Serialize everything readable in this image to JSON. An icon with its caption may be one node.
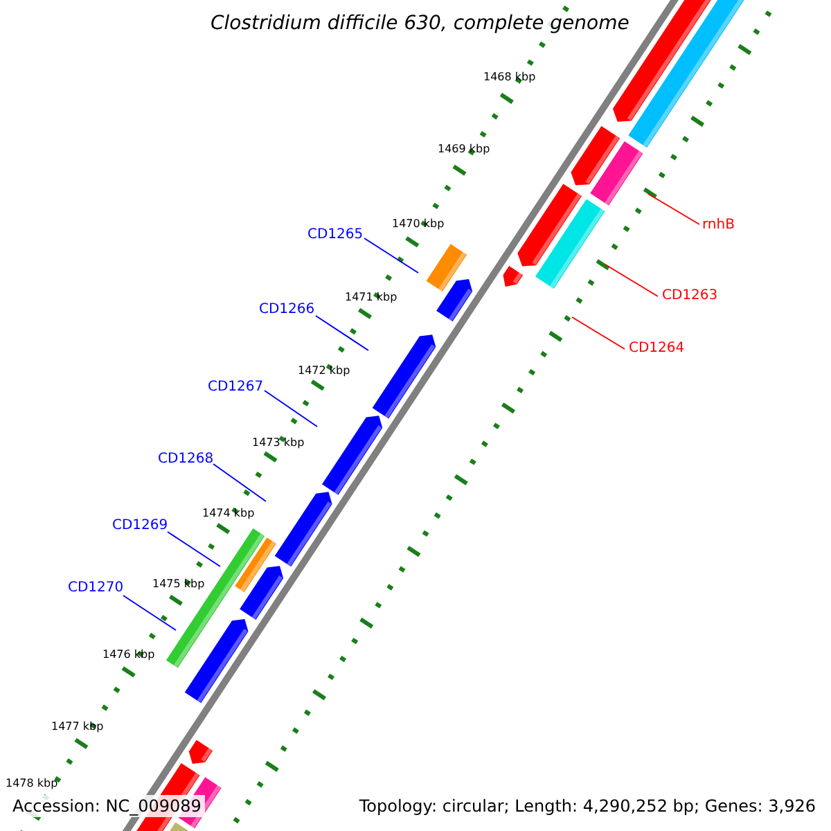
{
  "diagram": {
    "title": "Clostridium difficile 630, complete genome",
    "nodes": [
      {
        "text": [
          "CD1265"
        ]
      },
      {
        "text": [
          "CD1266"
        ]
      },
      {
        "text": [
          "CD1267"
        ]
      },
      {
        "text": [
          "CD1268"
        ]
      },
      {
        "text": [
          "CD1269"
        ]
      },
      {
        "text": [
          "CD1270"
        ]
      },
      {
        "text": [
          "rnhB"
        ]
      },
      {
        "text": [
          "CD1263"
        ]
      },
      {
        "text": [
          "CD1264"
        ]
      }
    ],
    "edges": [
      {
        "from": 0,
        "to": null,
        "arrow": "none"
      },
      {
        "from": 1,
        "to": null,
        "arrow": "none"
      },
      {
        "from": 2,
        "to": null,
        "arrow": "none"
      },
      {
        "from": 3,
        "to": null,
        "arrow": "none"
      },
      {
        "from": 4,
        "to": null,
        "arrow": "none"
      },
      {
        "from": 5,
        "to": null,
        "arrow": "none"
      },
      {
        "from": 6,
        "to": null,
        "arrow": "none",
        "color": "#ff0000"
      },
      {
        "from": 7,
        "to": null,
        "arrow": "none",
        "color": "#ff0000"
      },
      {
        "from": 8,
        "to": null,
        "arrow": "none",
        "color": "#ff0000"
      }
    ],
    "labels": [
      "1468 kbp",
      "1469 kbp",
      "1470 kbp",
      "1471 kbp",
      "1472 kbp",
      "1473 kbp",
      "1474 kbp",
      "1475 kbp",
      "1476 kbp",
      "1477 kbp",
      "1478 kbp",
      "Accession: NC_009089",
      "Topology: circular; Length: 4,290,252 bp; Genes: 3,926"
    ]
  }
}
